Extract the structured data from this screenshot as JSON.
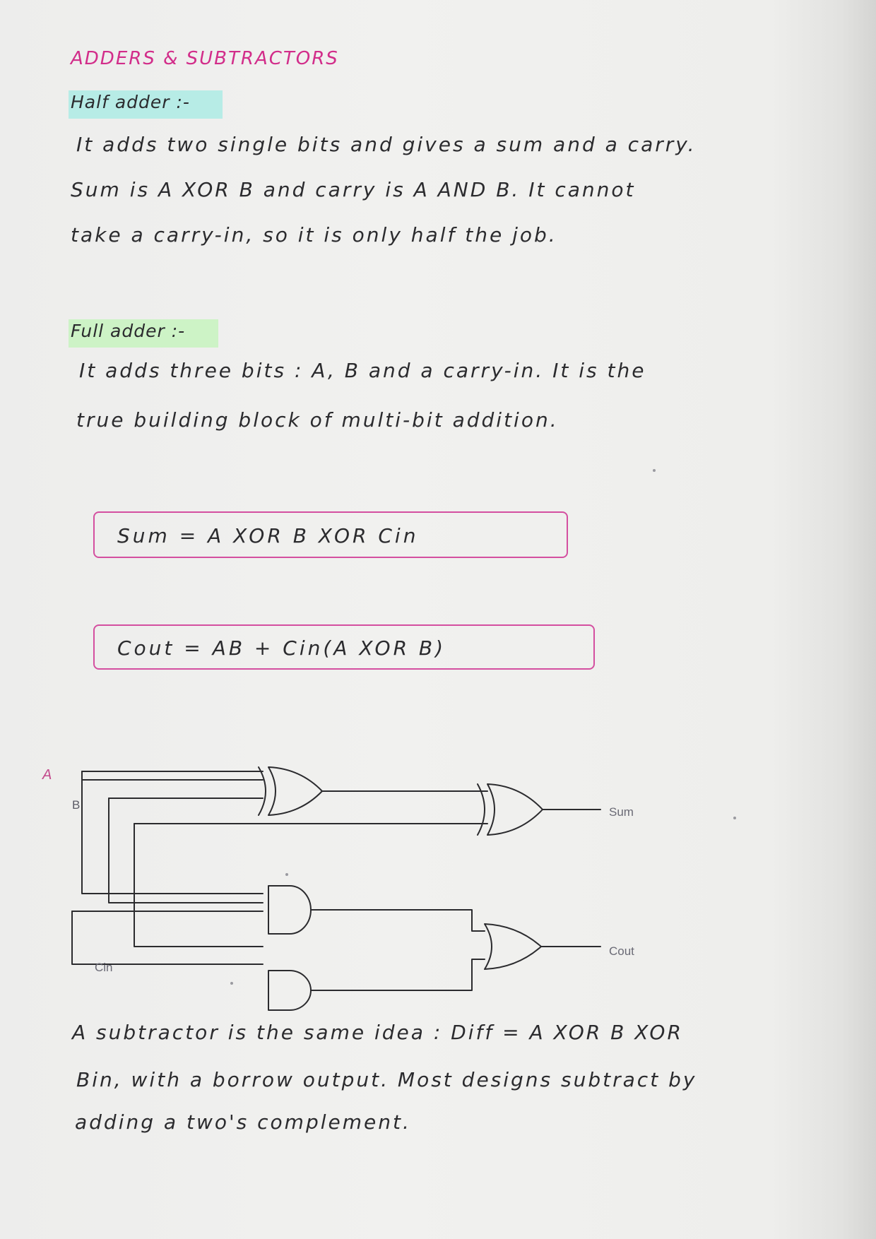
{
  "heading": "ADDERS & SUBTRACTORS",
  "half_adder": {
    "title": "Half adder :-",
    "lines": [
      "It adds two single bits and gives a sum and a carry.",
      "Sum is A XOR B and carry is A AND B. It cannot",
      "take a carry-in, so it is only half the job."
    ]
  },
  "full_adder": {
    "title": "Full adder :-",
    "lines": [
      "It adds three bits : A, B and a carry-in. It is the",
      "true building block of multi-bit addition."
    ]
  },
  "equations": {
    "sum": "Sum = A XOR B XOR Cin",
    "cout": "Cout = AB + Cin(A XOR B)"
  },
  "circuit": {
    "input_a": "A",
    "input_b": "B",
    "input_cin": "Cin",
    "output_sum": "Sum",
    "output_cout": "Cout"
  },
  "subtractor": {
    "lines": [
      "A subtractor is the same idea : Diff = A XOR B XOR",
      "Bin, with a borrow output. Most designs subtract by",
      "adding a two's complement."
    ]
  },
  "colors": {
    "heading": "#d22d8a",
    "highlight_half": "#b7ece6",
    "highlight_full": "#cdf3c6",
    "box_border": "#d44fa0",
    "ink": "#2b2b2e"
  }
}
